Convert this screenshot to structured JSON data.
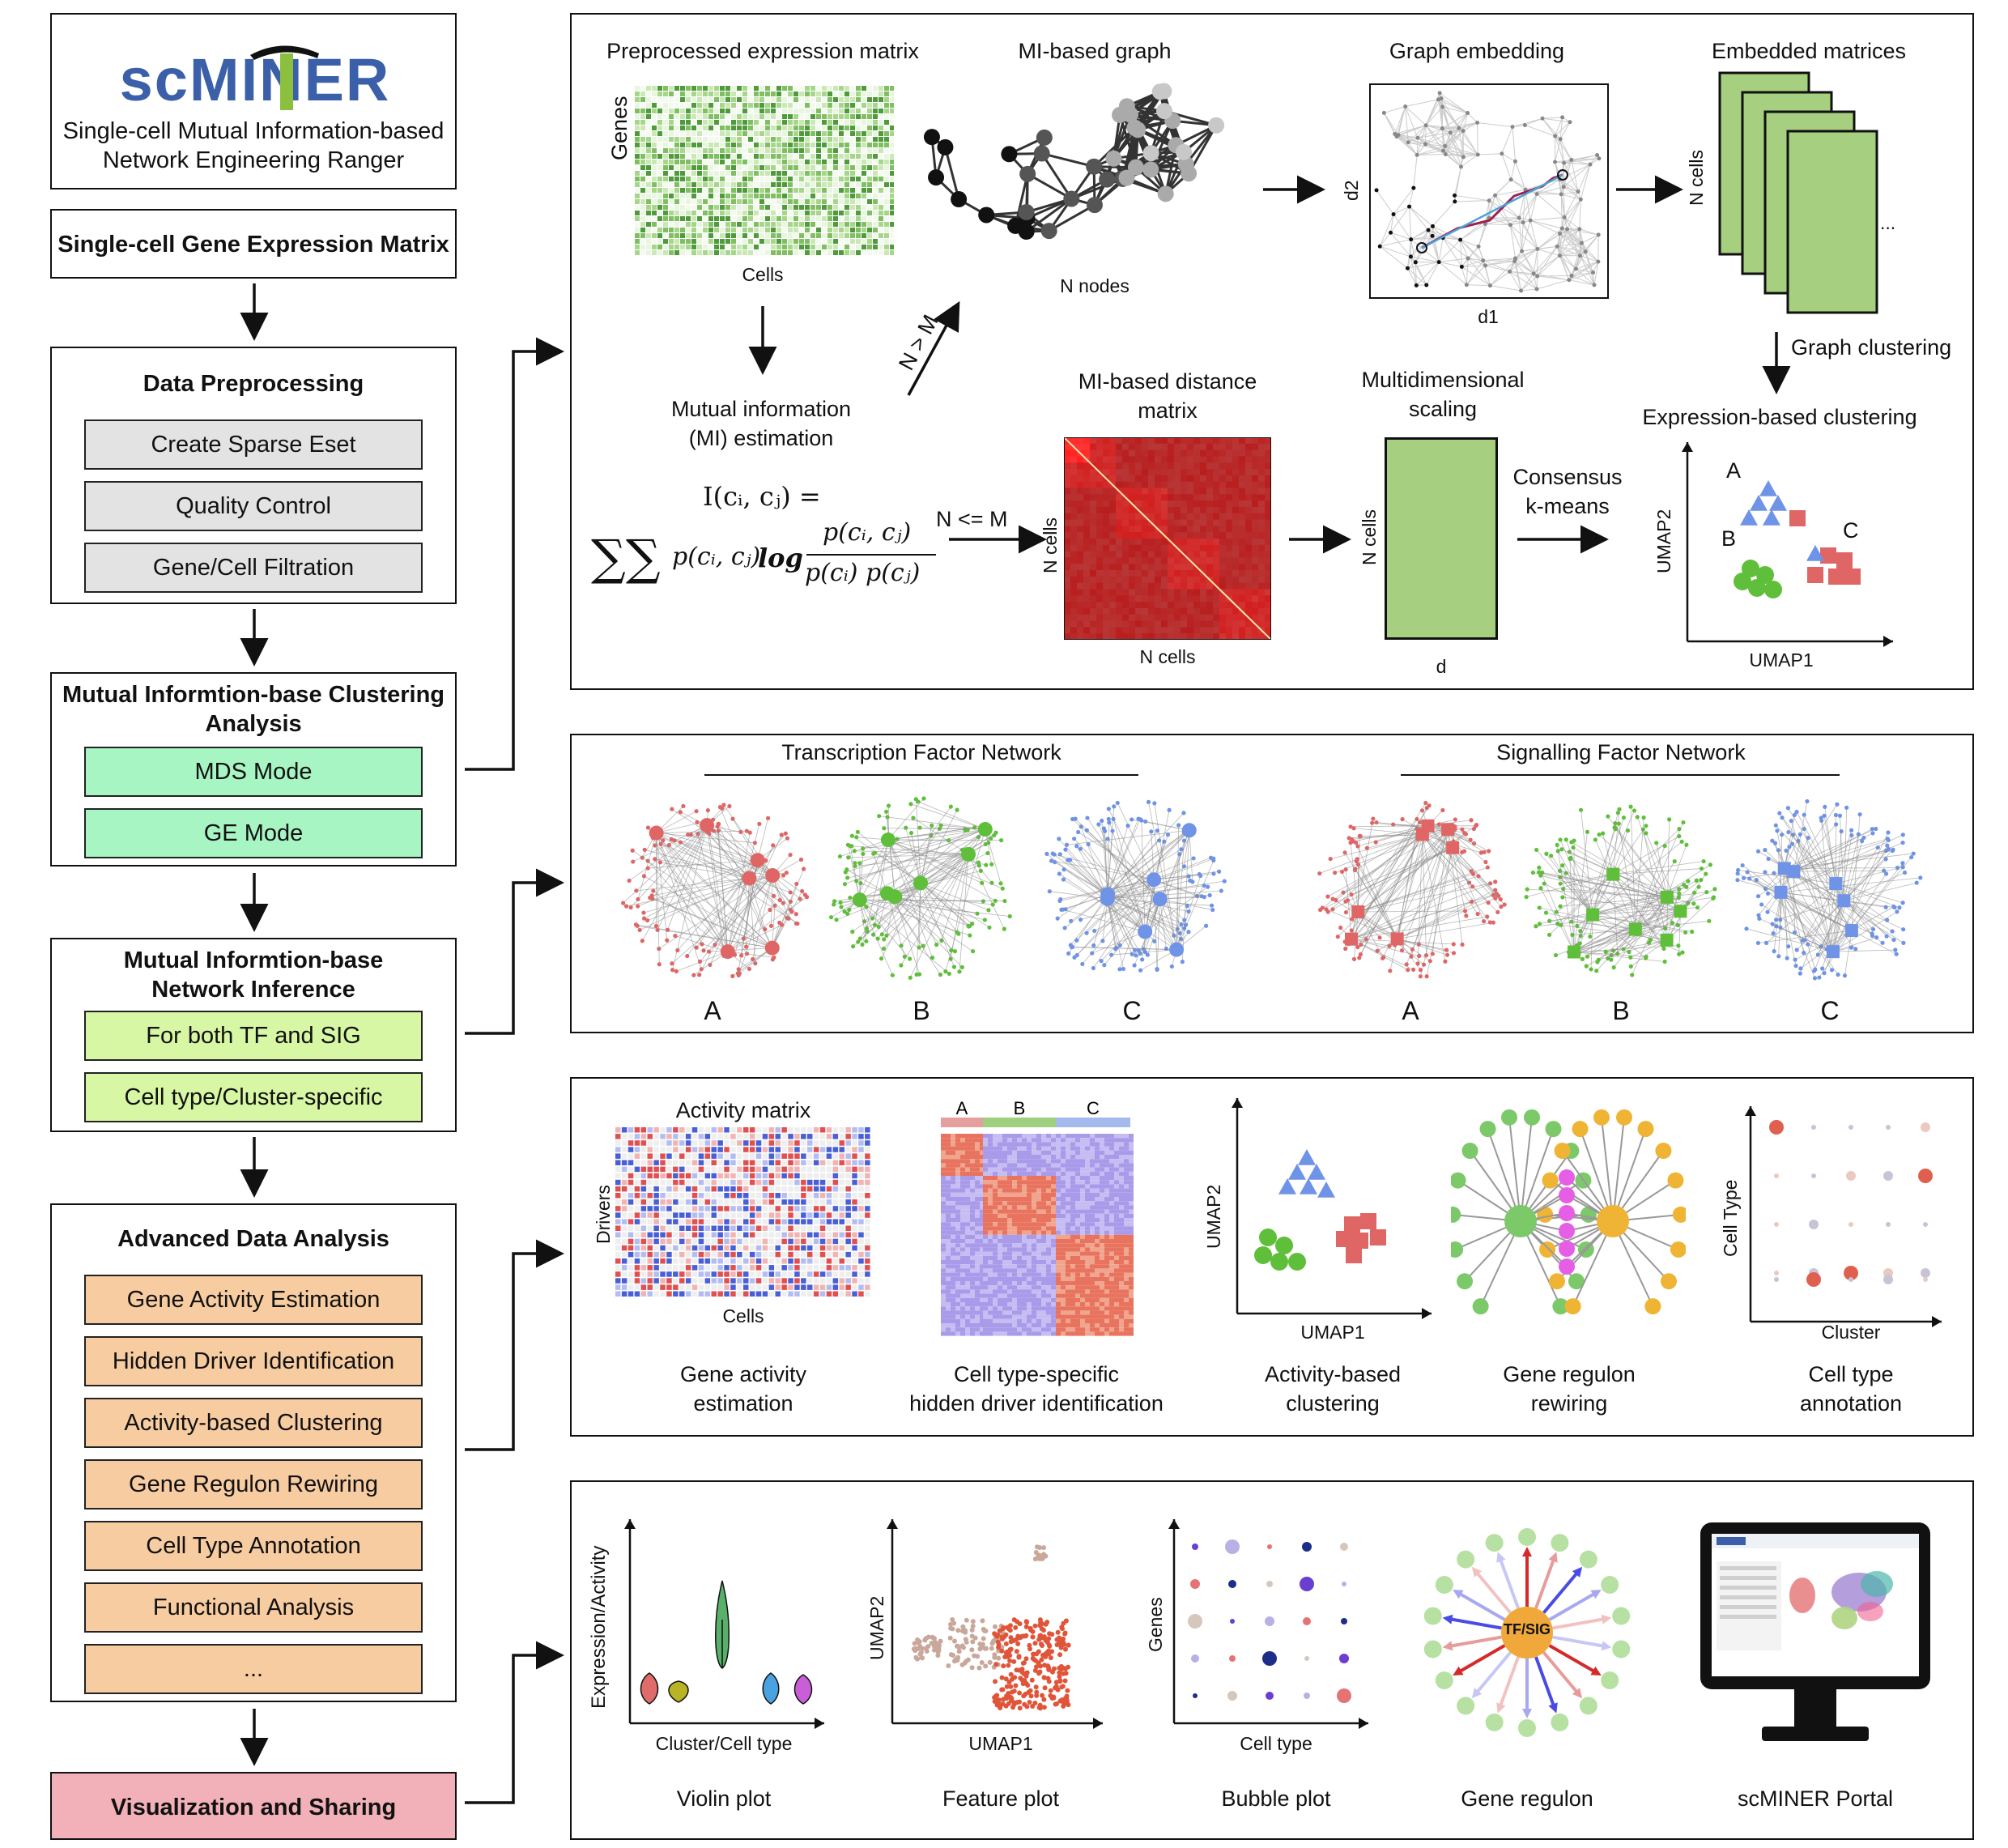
{
  "logo": {
    "text": "scMINER",
    "subtitle_line1": "Single-cell Mutual Information-based",
    "subtitle_line2": "Network Engineering Ranger"
  },
  "colors": {
    "gray": "#e3e3e3",
    "mint": "#a8f5c4",
    "lime": "#d8f7a4",
    "peach": "#f7cca1",
    "pink": "#f2b1b9",
    "green": "#a6cf7f",
    "red": "#e06666",
    "blue": "#6f93e6",
    "bright_green": "#5fbf3a"
  },
  "pipeline": {
    "input": "Single-cell Gene Expression Matrix",
    "preprocessing": {
      "title": "Data Preprocessing",
      "steps": [
        "Create Sparse Eset",
        "Quality Control",
        "Gene/Cell Filtration"
      ]
    },
    "clustering": {
      "title_line1": "Mutual Informtion-base Clustering",
      "title_line2": "Analysis",
      "modes": [
        "MDS Mode",
        "GE Mode"
      ]
    },
    "network": {
      "title_line1": "Mutual Informtion-base",
      "title_line2": "Network Inference",
      "options": [
        "For both TF and SIG",
        "Cell type/Cluster-specific"
      ]
    },
    "advanced": {
      "title": "Advanced Data Analysis",
      "steps": [
        "Gene Activity Estimation",
        "Hidden Driver Identification",
        "Activity-based Clustering",
        "Gene Regulon Rewiring",
        "Cell Type Annotation",
        "Functional Analysis",
        "..."
      ]
    },
    "visualization": "Visualization and Sharing"
  },
  "panel1": {
    "preprocessed": {
      "title": "Preprocessed expression matrix",
      "ylabel": "Genes",
      "xlabel": "Cells"
    },
    "graph": {
      "title": "MI-based graph",
      "caption": "N nodes",
      "arrow_label": "N > M"
    },
    "embedding": {
      "title": "Graph embedding",
      "xlabel": "d1",
      "ylabel": "d2"
    },
    "embedded": {
      "title": "Embedded matrices",
      "ylabel": "N cells",
      "ellipsis": "..."
    },
    "graph_clustering": "Graph clustering",
    "mi_estimation": {
      "line1": "Mutual information",
      "line2": "(MI) estimation"
    },
    "formula": {
      "lhs": "I(cᵢ, cⱼ) =",
      "sum": "∑∑",
      "p_joint": "p(cᵢ, cⱼ)",
      "log": "log",
      "numerator": "p(cᵢ, cⱼ)",
      "denominator": "p(cᵢ) p(cⱼ)"
    },
    "arrow_label2": "N <= M",
    "distance": {
      "title_line1": "MI-based distance",
      "title_line2": "matrix",
      "ylabel": "N cells",
      "xlabel": "N cells"
    },
    "mds": {
      "title_line1": "Multidimensional",
      "title_line2": "scaling",
      "ylabel": "N cells",
      "xlabel": "d"
    },
    "consensus": {
      "line1": "Consensus",
      "line2": "k-means"
    },
    "expr_clustering": {
      "title": "Expression-based clustering",
      "xlabel": "UMAP1",
      "ylabel": "UMAP2",
      "labels": [
        "A",
        "B",
        "C"
      ]
    }
  },
  "panel2": {
    "tf_title": "Transcription Factor Network",
    "sig_title": "Signalling Factor Network",
    "labels": [
      "A",
      "B",
      "C",
      "A",
      "B",
      "C"
    ]
  },
  "panel3": {
    "activity": {
      "title": "Activity matrix",
      "ylabel": "Drivers",
      "xlabel": "Cells",
      "caption_line1": "Gene activity",
      "caption_line2": "estimation"
    },
    "driver": {
      "groups": [
        "A",
        "B",
        "C"
      ],
      "caption_line1": "Cell type-specific",
      "caption_line2": "hidden driver identification"
    },
    "act_clust": {
      "xlabel": "UMAP1",
      "ylabel": "UMAP2",
      "caption_line1": "Activity-based",
      "caption_line2": "clustering"
    },
    "regulon": {
      "caption_line1": "Gene regulon",
      "caption_line2": "rewiring"
    },
    "annotation": {
      "xlabel": "Cluster",
      "ylabel": "Cell Type",
      "caption_line1": "Cell type",
      "caption_line2": "annotation"
    }
  },
  "panel4": {
    "violin": {
      "xlabel": "Cluster/Cell type",
      "ylabel": "Expression/Activity",
      "caption": "Violin plot"
    },
    "feature": {
      "xlabel": "UMAP1",
      "ylabel": "UMAP2",
      "caption": "Feature plot"
    },
    "bubble": {
      "xlabel": "Cell type",
      "ylabel": "Genes",
      "caption": "Bubble plot"
    },
    "regulon": {
      "hub": "TF/SIG",
      "caption": "Gene regulon"
    },
    "portal": {
      "caption": "scMINER Portal"
    }
  }
}
